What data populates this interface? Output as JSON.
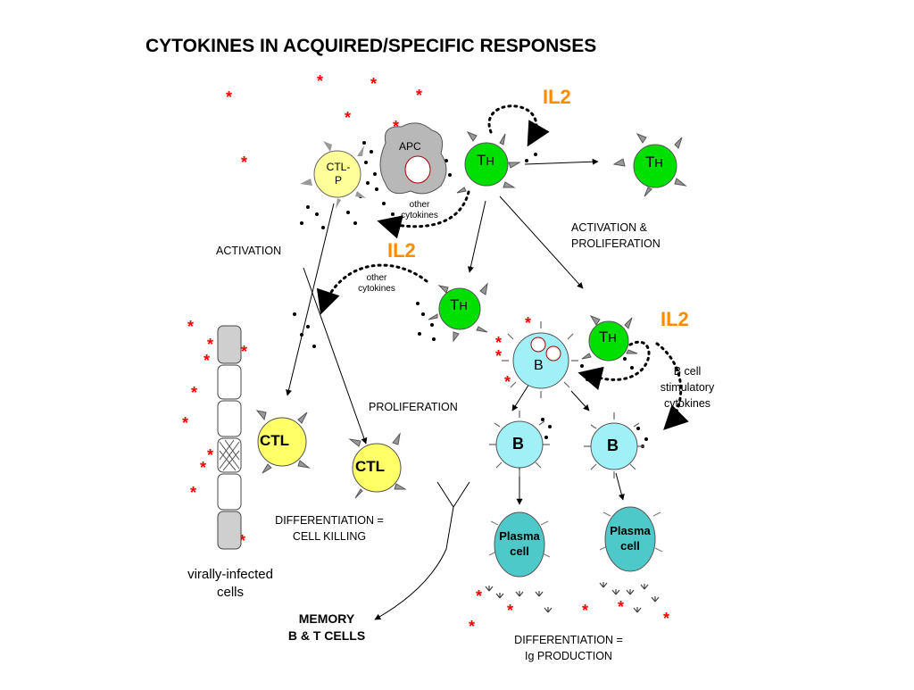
{
  "title": "CYTOKINES IN ACQUIRED/SPECIFIC RESPONSES",
  "il2_labels": [
    "IL2",
    "IL2",
    "IL2"
  ],
  "cells": {
    "apc": "APC",
    "ctl_p_line1": "CTL-",
    "ctl_p_line2": "P",
    "th": "T",
    "th_sub": "H",
    "ctl": "CTL",
    "b": "B",
    "plasma_line1": "Plasma",
    "plasma_line2": "cell"
  },
  "labels": {
    "activation": "ACTIVATION",
    "activation_proliferation_line1": "ACTIVATION &",
    "activation_proliferation_line2": "PROLIFERATION",
    "proliferation": "PROLIFERATION",
    "other_cytokines_1_line1": "other",
    "other_cytokines_1_line2": "cytokines",
    "other_cytokines_2_line1": "other",
    "other_cytokines_2_line2": "cytokines",
    "b_cell_line1": "B cell",
    "b_cell_line2": "stimulatory",
    "b_cell_line3": "cytokines",
    "differentiation_killing_line1": "DIFFERENTIATION =",
    "differentiation_killing_line2": "CELL KILLING",
    "virally_line1": "virally-infected",
    "virally_line2": "cells",
    "memory_line1": "MEMORY",
    "memory_line2": "B & T CELLS",
    "differentiation_ig_line1": "DIFFERENTIATION =",
    "differentiation_ig_line2": "Ig PRODUCTION"
  },
  "colors": {
    "th_green": "#00e000",
    "ctl_yellow": "#ffff66",
    "ctlp_yellow": "#ffff99",
    "b_cyan": "#a0f0f8",
    "plasma_teal": "#4ec9c9",
    "apc_gray": "#b8b8b8",
    "il2_orange": "#ff8c00",
    "antigen_red": "#ff0000"
  }
}
